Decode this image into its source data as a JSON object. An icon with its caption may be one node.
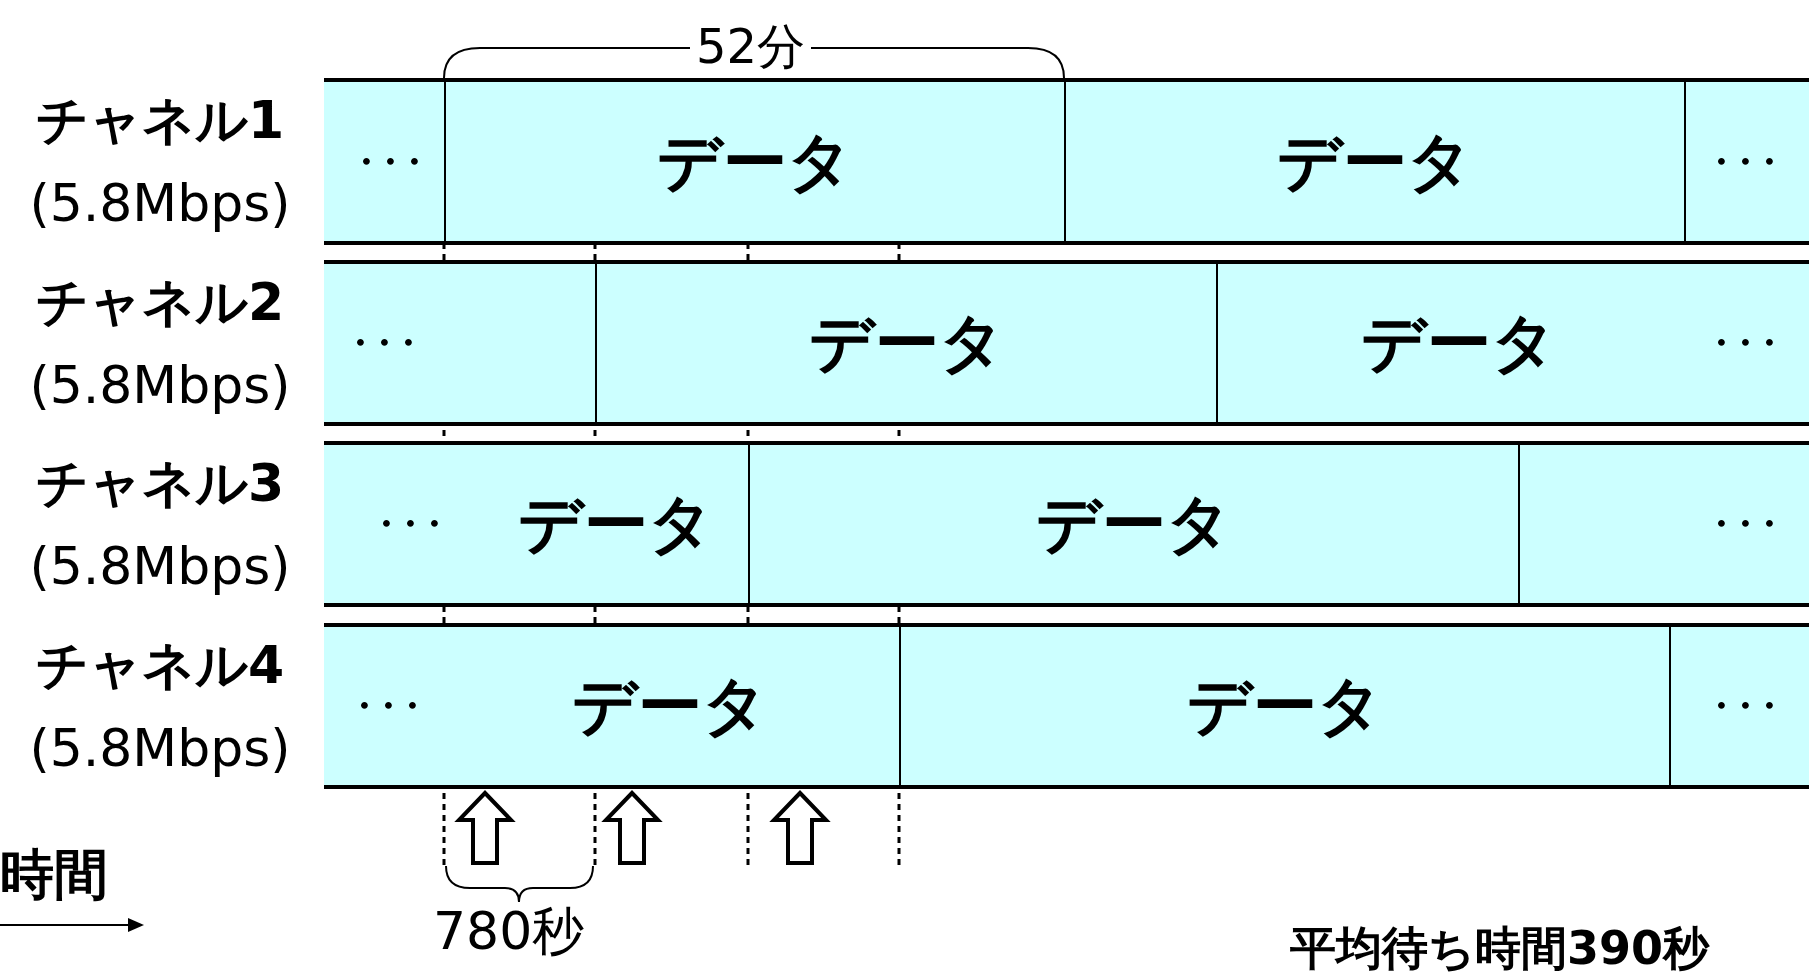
{
  "diagram": {
    "nodes": [
      {
        "text": [
          "チャネル1",
          "(5.8Mbps)"
        ]
      },
      {
        "text": [
          "・・・"
        ],
        "in": 0
      },
      {
        "text": [
          "データ"
        ],
        "in": 0
      },
      {
        "text": [
          "データ"
        ],
        "in": 0
      },
      {
        "text": [
          "・・・"
        ],
        "in": 0
      },
      {
        "text": [
          "チャネル2",
          "(5.8Mbps)"
        ]
      },
      {
        "text": [
          "・・・"
        ],
        "in": 5
      },
      {
        "text": [
          "データ"
        ],
        "in": 5
      },
      {
        "text": [
          "データ"
        ],
        "in": 5
      },
      {
        "text": [
          "・・・"
        ],
        "in": 5
      },
      {
        "text": [
          "チャネル3",
          "(5.8Mbps)"
        ]
      },
      {
        "text": [
          "・・・"
        ],
        "in": 10
      },
      {
        "text": [
          "データ"
        ],
        "in": 10
      },
      {
        "text": [
          "データ"
        ],
        "in": 10
      },
      {
        "text": [
          "・・・"
        ],
        "in": 10
      },
      {
        "text": [
          "チャネル4",
          "(5.8Mbps)"
        ]
      },
      {
        "text": [
          "・・・"
        ],
        "in": 15
      },
      {
        "text": [
          "データ"
        ],
        "in": 15
      },
      {
        "text": [
          "データ"
        ],
        "in": 15
      },
      {
        "text": [
          "・・・"
        ],
        "in": 15
      }
    ],
    "labels": [
      "52分",
      "時間",
      "780秒",
      "平均待ち時間390秒"
    ]
  }
}
